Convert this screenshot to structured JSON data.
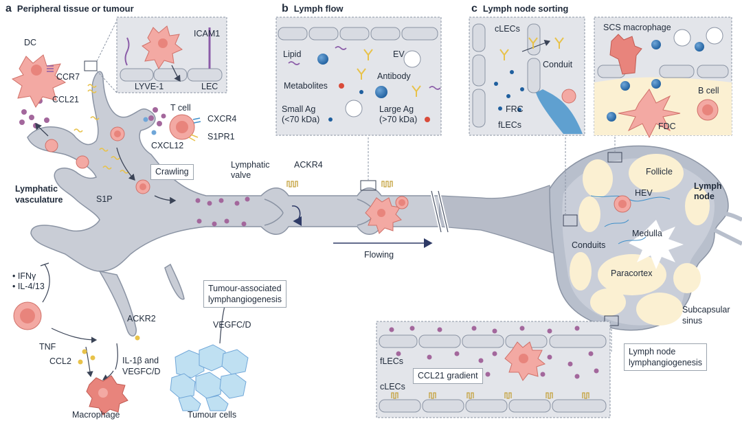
{
  "panels": {
    "a": {
      "letter": "a",
      "title": "Peripheral tissue or tumour"
    },
    "b": {
      "letter": "b",
      "title": "Lymph flow"
    },
    "c": {
      "letter": "c",
      "title": "Lymph node sorting"
    }
  },
  "labels": {
    "dc": "DC",
    "ccr7": "CCR7",
    "ccl21": "CCL21",
    "lyve1": "LYVE-1",
    "icam1": "ICAM1",
    "lec": "LEC",
    "tcell": "T cell",
    "cxcr4": "CXCR4",
    "s1pr1": "S1PR1",
    "cxcl12": "CXCL12",
    "crawling": "Crawling",
    "lymphatic_vasculature_1": "Lymphatic",
    "lymphatic_vasculature_2": "vasculature",
    "s1p": "S1P",
    "lymphatic_valve_1": "Lymphatic",
    "lymphatic_valve_2": "valve",
    "ackr4": "ACKR4",
    "flowing": "Flowing",
    "ifng": "IFNγ",
    "il413": "IL-4/13",
    "tnf": "TNF",
    "ccl2": "CCL2",
    "ackr2": "ACKR2",
    "il1b_1": "IL-1β and",
    "il1b_2": "VEGFC/D",
    "macrophage": "Macrophage",
    "tumour_lymph_1": "Tumour-associated",
    "tumour_lymph_2": "lymphangiogenesis",
    "vegfcd": "VEGFC/D",
    "tumour_cells": "Tumour cells",
    "lipid": "Lipid",
    "ev": "EV",
    "antibody": "Antibody",
    "metabolites": "Metabolites",
    "small_ag_1": "Small Ag",
    "small_ag_2": "(<70 kDa)",
    "large_ag_1": "Large Ag",
    "large_ag_2": "(>70 kDa)",
    "clecs_top": "cLECs",
    "conduit": "Conduit",
    "frc": "FRC",
    "flecs_top": "fLECs",
    "scs_macrophage": "SCS macrophage",
    "b_cell": "B cell",
    "fdc": "FDC",
    "follicle": "Follicle",
    "hev": "HEV",
    "lymph_node_1": "Lymph",
    "lymph_node_2": "node",
    "medulla": "Medulla",
    "conduits": "Conduits",
    "paracortex": "Paracortex",
    "subcap_1": "Subcapsular",
    "subcap_2": "sinus",
    "ln_lymph_1": "Lymph node",
    "ln_lymph_2": "lymphangiogenesis",
    "flecs_bottom": "fLECs",
    "ccl21_gradient": "CCL21 gradient",
    "clecs_bottom": "cLECs"
  },
  "colors": {
    "vessel": "#c9cdd6",
    "vessel_edge": "#8a93a3",
    "box_bg": "#e3e5ea",
    "cell_pink": "#f3a9a3",
    "cell_red": "#e8847c",
    "node_bg": "#b8bfcc",
    "follicle": "#fbf0d2",
    "purple_dot": "#a3679c",
    "blue_dot": "#1f5f9e",
    "red_dot": "#d94b3a",
    "yellow": "#e8c24a",
    "tumour": "#bfe0f2",
    "frc": "#3d8fc9"
  }
}
